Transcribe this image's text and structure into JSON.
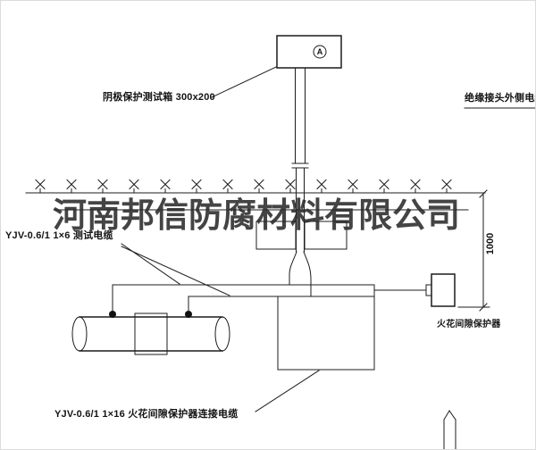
{
  "drawing": {
    "colors": {
      "line": "#1c1c1c",
      "background": "#ffffff",
      "watermark": "#2b2b2b"
    },
    "watermark": {
      "text": "河南邦信防腐材料有限公司"
    },
    "labels": {
      "test_box": "阴极保护测试箱 300x200",
      "outer_cable": "绝缘接头外侧电缆",
      "test_cable": "YJV-0.6/1 1×6 测试电缆",
      "spark_gap": "火花间隙保护器",
      "spark_gap_cable": "YJV-0.6/1 1×16 火花间隙保护器连接电缆",
      "dimension_height": "1000",
      "meter_symbol": "A"
    }
  }
}
